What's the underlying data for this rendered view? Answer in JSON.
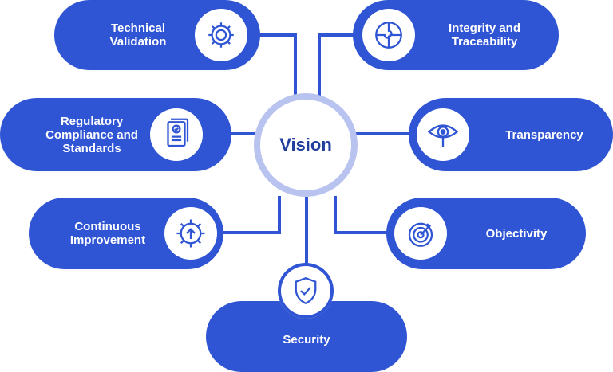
{
  "center": {
    "title": "Vision"
  },
  "nodes": [
    {
      "lines": [
        "Technical",
        "Validation"
      ],
      "icon": "gear-icon"
    },
    {
      "lines": [
        "Integrity and",
        "Traceability"
      ],
      "icon": "puzzle-icon"
    },
    {
      "lines": [
        "Regulatory",
        "Compliance and",
        "Standards"
      ],
      "icon": "document-check-icon"
    },
    {
      "lines": [
        "Transparency"
      ],
      "icon": "eye-magnifier-icon"
    },
    {
      "lines": [
        "Continuous",
        "Improvement"
      ],
      "icon": "gear-arrow-up-icon"
    },
    {
      "lines": [
        "Objectivity"
      ],
      "icon": "target-icon"
    },
    {
      "lines": [
        "Security"
      ],
      "icon": "shield-check-icon"
    }
  ],
  "colors": {
    "pill": "#2f55d4",
    "line": "#2f55d4",
    "ring": "#b9c3f0",
    "title": "#1f3e9e"
  }
}
